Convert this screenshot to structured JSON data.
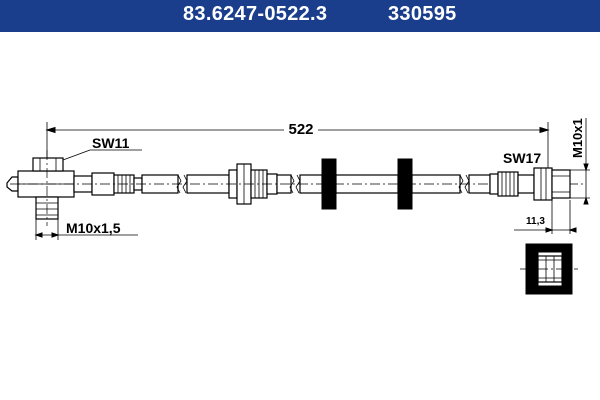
{
  "header": {
    "part_number": "83.6247-0522.3",
    "reference_number": "330595",
    "background_color": "#1a3e8c",
    "text_color": "#ffffff"
  },
  "dimensions": {
    "overall_length": "522",
    "left_wrench_size": "SW11",
    "left_thread": "M10x1,5",
    "right_wrench_size": "SW17",
    "right_thread": "M10x1",
    "detail_depth": "11,3"
  }
}
